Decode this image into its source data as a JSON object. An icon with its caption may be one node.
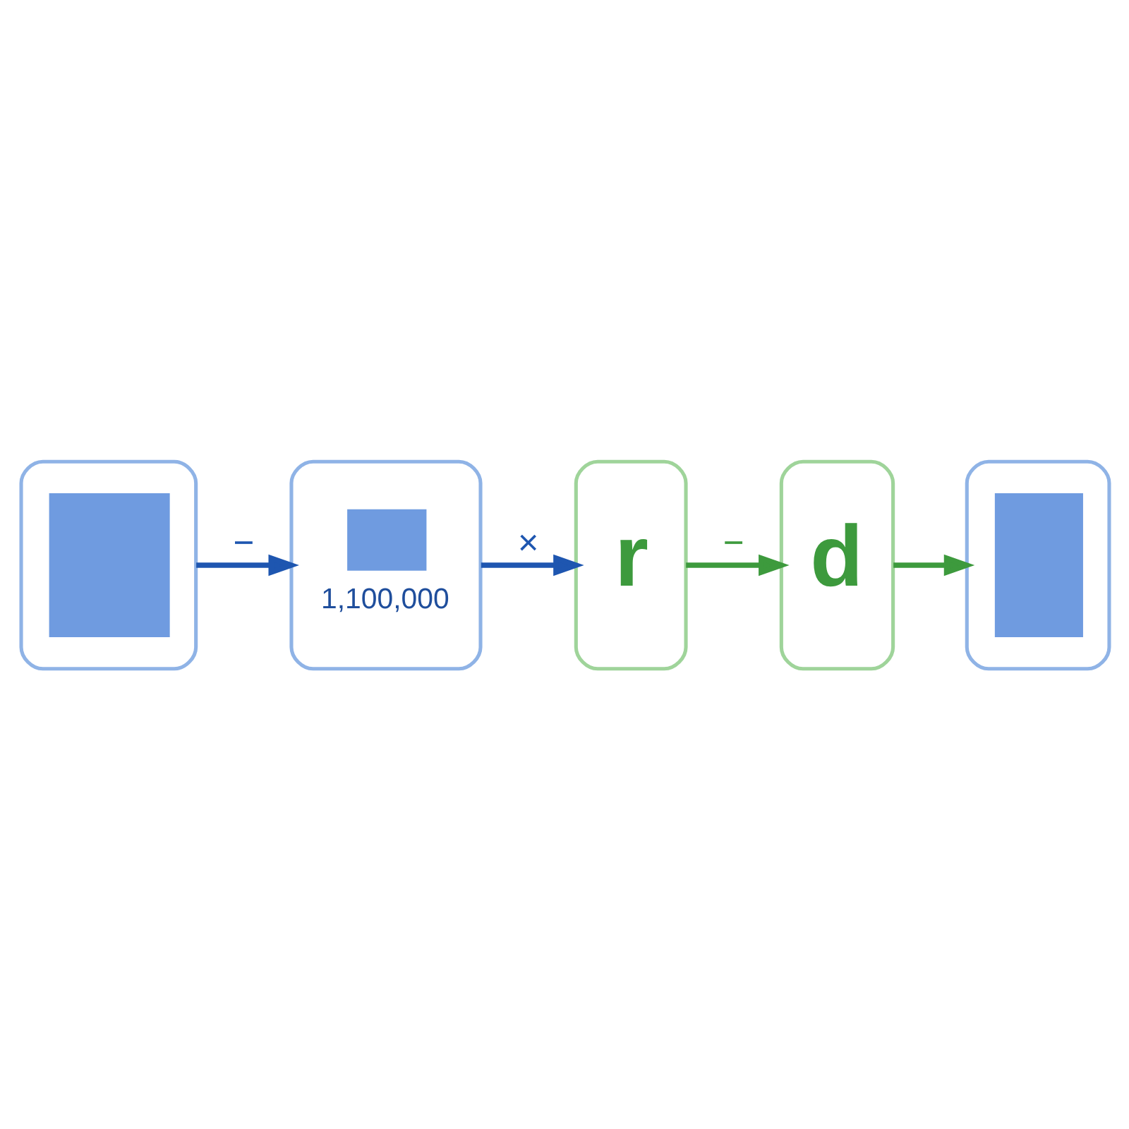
{
  "diagram": {
    "nodes": [
      {
        "text": [],
        "shape": "picture"
      },
      {
        "text": [
          "1,100,000"
        ]
      },
      {
        "text": [
          "r"
        ]
      },
      {
        "text": [
          "d"
        ]
      },
      {
        "text": [],
        "shape": "picture"
      }
    ],
    "edges": [
      {
        "from": 0,
        "to": 1,
        "arrow": "to",
        "label": "−",
        "color": "#1e56b0"
      },
      {
        "from": 1,
        "to": 2,
        "arrow": "to",
        "label": "×",
        "color": "#1e56b0"
      },
      {
        "from": 2,
        "to": 3,
        "arrow": "to",
        "label": "−",
        "color": "#3d9a3d"
      },
      {
        "from": 3,
        "to": 4,
        "arrow": "to",
        "color": "#3d9a3d"
      }
    ]
  }
}
